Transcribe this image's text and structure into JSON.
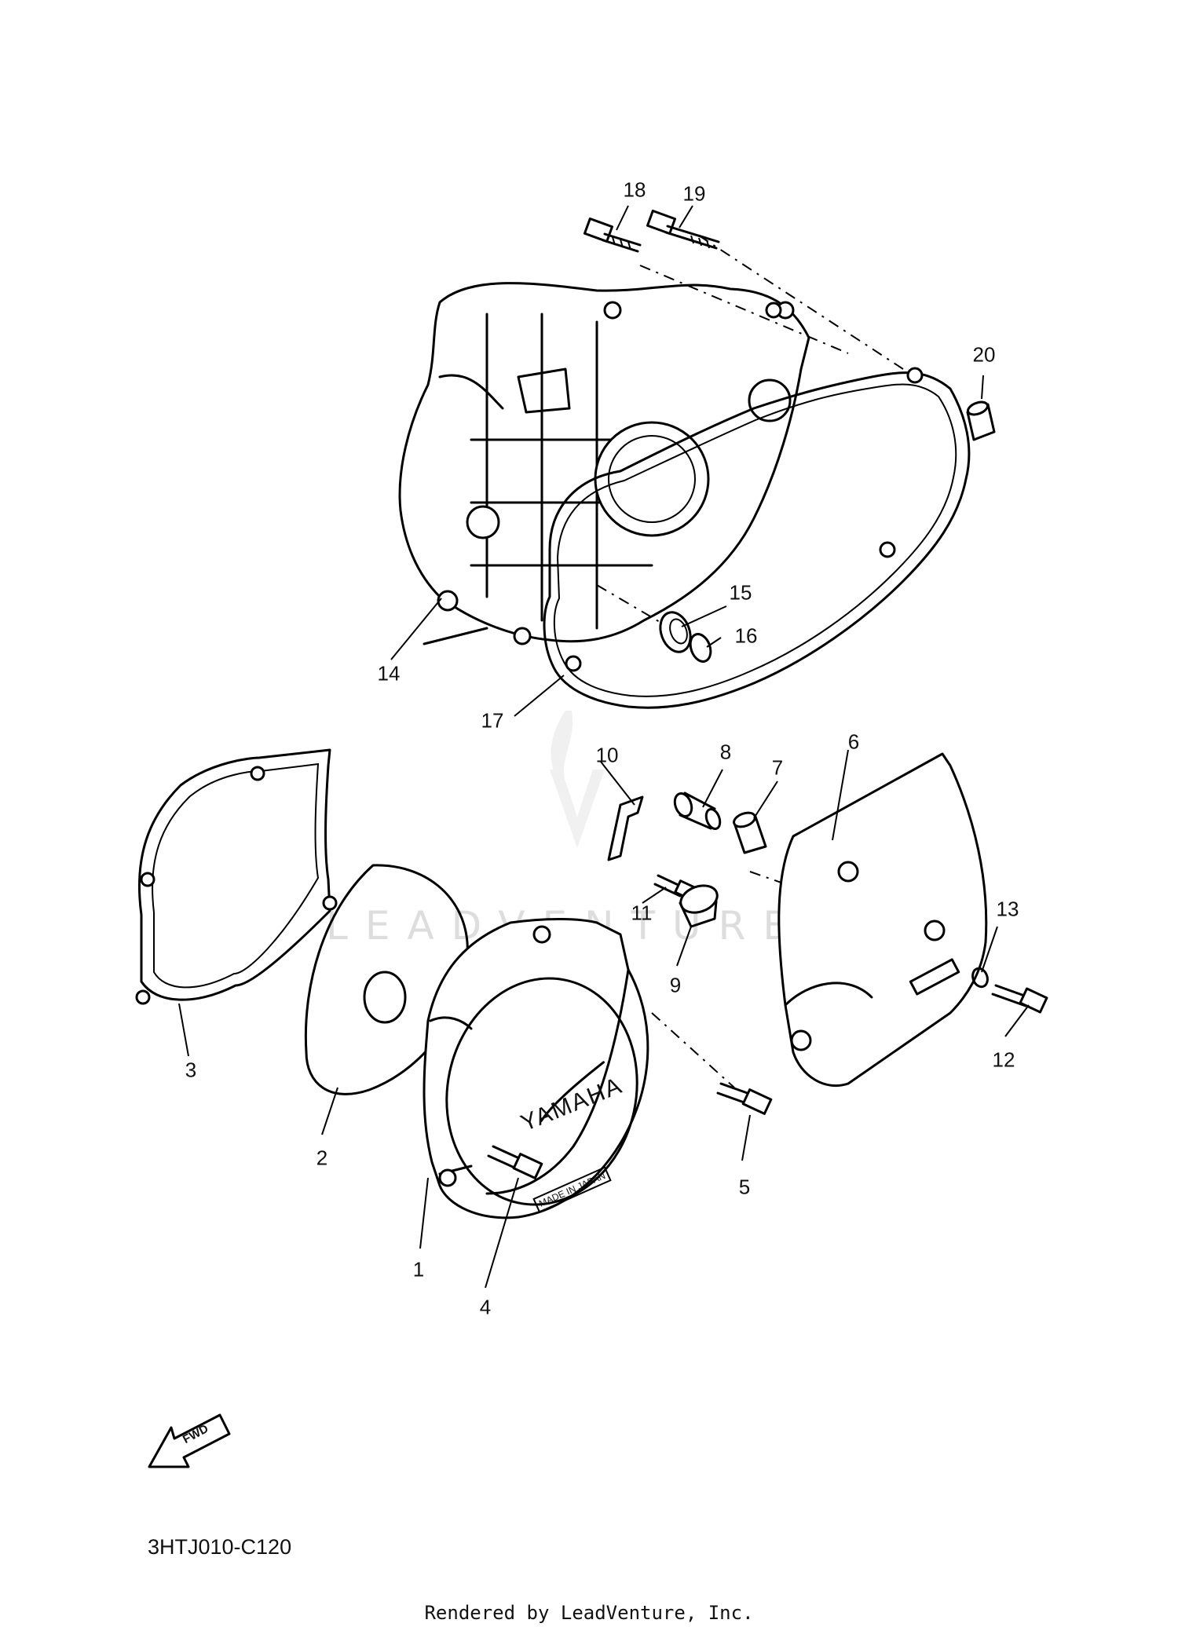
{
  "diagram": {
    "callouts": [
      "1",
      "2",
      "3",
      "4",
      "5",
      "6",
      "7",
      "8",
      "9",
      "10",
      "11",
      "12",
      "13",
      "14",
      "15",
      "16",
      "17",
      "18",
      "19",
      "20"
    ],
    "diagram_code": "3HTJ010-C120",
    "fwd_arrow_label": "FWD",
    "cover_brand": "YAMAHA",
    "cover_stamp": "MADE IN JAPAN",
    "watermark": "LEADVENTURE",
    "footer": "Rendered by LeadVenture, Inc."
  }
}
